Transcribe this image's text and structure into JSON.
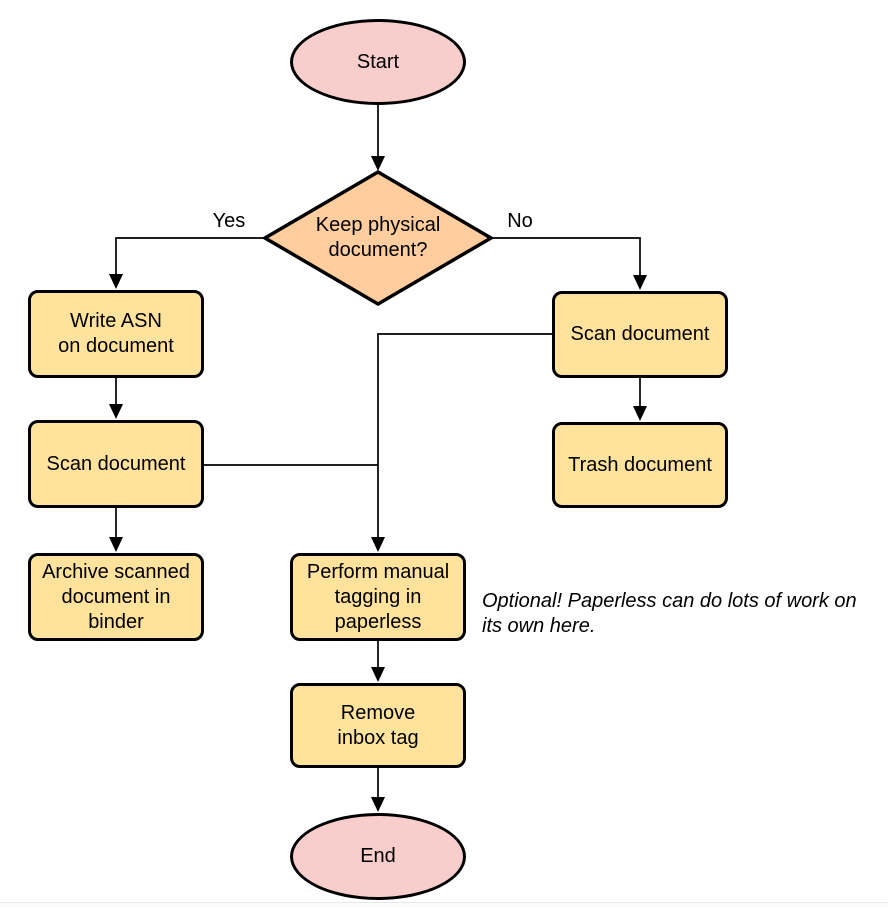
{
  "colors": {
    "canvas-bg": "#ffffff",
    "stroke": "#000000",
    "terminator-fill": "#f8cecc",
    "decision-fill": "#ffcd9e",
    "process-fill": "#ffe29c"
  },
  "nodes": {
    "start": {
      "shape": "ellipse",
      "label": "Start"
    },
    "decision": {
      "shape": "diamond",
      "label": "Keep physical\ndocument?"
    },
    "write_asn": {
      "shape": "rounded-rect",
      "label": "Write ASN\non document"
    },
    "scan_left": {
      "shape": "rounded-rect",
      "label": "Scan document"
    },
    "archive": {
      "shape": "rounded-rect",
      "label": "Archive scanned\ndocument in\nbinder"
    },
    "scan_right": {
      "shape": "rounded-rect",
      "label": "Scan document"
    },
    "trash": {
      "shape": "rounded-rect",
      "label": "Trash document"
    },
    "tagging": {
      "shape": "rounded-rect",
      "label": "Perform manual\ntagging in\npaperless"
    },
    "remove_inbox": {
      "shape": "rounded-rect",
      "label": "Remove\ninbox tag"
    },
    "end": {
      "shape": "ellipse",
      "label": "End"
    }
  },
  "edge_labels": {
    "yes": "Yes",
    "no": "No"
  },
  "annotation": {
    "text": "Optional! Paperless can do lots of work on\nits own here."
  }
}
